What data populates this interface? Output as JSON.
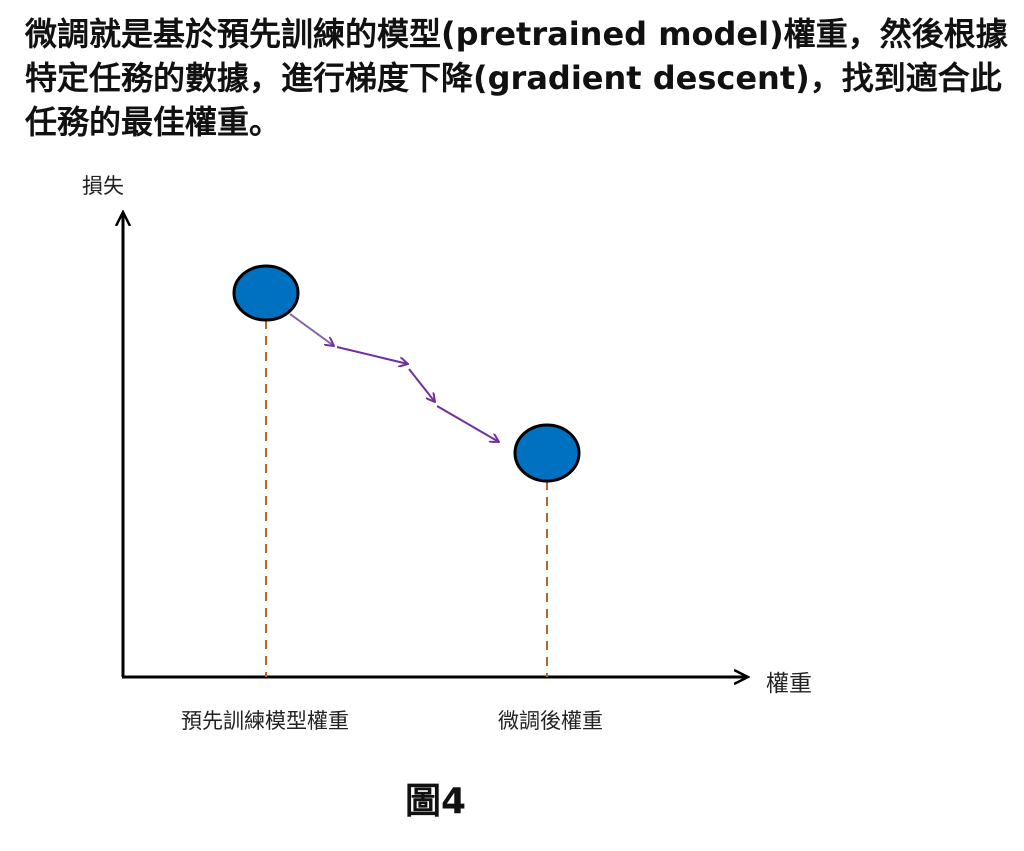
{
  "caption": "微調就是基於預先訓練的模型(pretrained model)權重，然後根據特定任務的數據，進行梯度下降(gradient descent)，找到適合此任務的最佳權重。",
  "diagram": {
    "y_axis_label": "損失",
    "x_axis_label": "權重",
    "pretrained_label": "預先訓練模型權重",
    "finetuned_label": "微調後權重",
    "figure_label": "圖4"
  },
  "colors": {
    "point": "#0070c0",
    "arrow": "#7030a0",
    "dashed": "#c0651e",
    "axis": "#000000"
  }
}
